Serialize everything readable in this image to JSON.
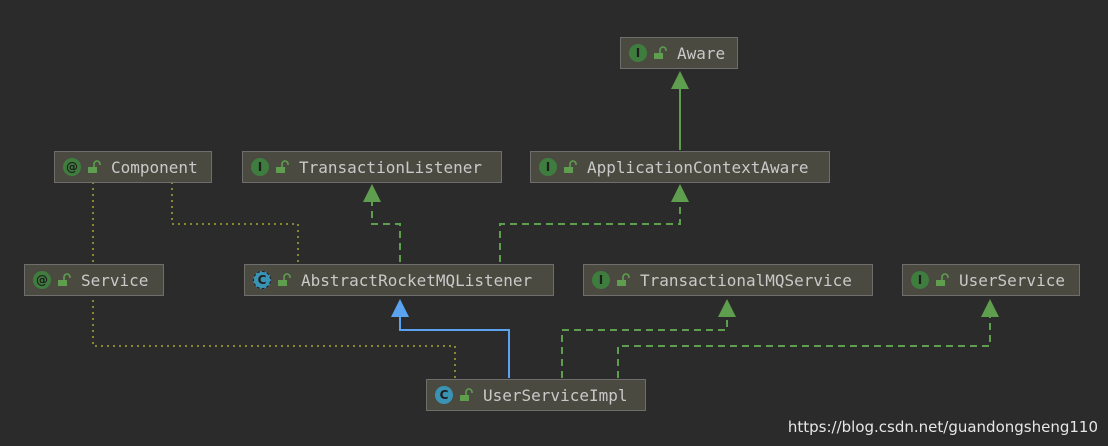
{
  "nodes": {
    "aware": {
      "name": "Aware",
      "badge": "I"
    },
    "component": {
      "name": "Component",
      "badge": "@"
    },
    "transaction_listener": {
      "name": "TransactionListener",
      "badge": "I"
    },
    "application_context_aware": {
      "name": "ApplicationContextAware",
      "badge": "I"
    },
    "service": {
      "name": "Service",
      "badge": "@"
    },
    "abstract_rocketmq_listener": {
      "name": "AbstractRocketMQListener",
      "badge": "C"
    },
    "transactional_mq_service": {
      "name": "TransactionalMQService",
      "badge": "I"
    },
    "user_service": {
      "name": "UserService",
      "badge": "I"
    },
    "user_service_impl": {
      "name": "UserServiceImpl",
      "badge": "C"
    }
  },
  "colors": {
    "background": "#2b2b2b",
    "node_fill": "#4a4a40",
    "interface_edge": "#5f9e4f",
    "extends_edge": "#5ba2f0",
    "annotation_edge": "#a8a832"
  },
  "watermark": "https://blog.csdn.net/guandongsheng110"
}
